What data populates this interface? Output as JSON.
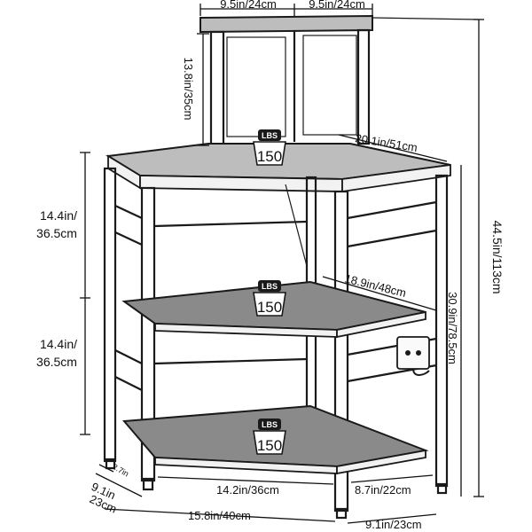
{
  "dimensions": {
    "top_width_left": "9.5in/24cm",
    "top_width_right": "9.5in/24cm",
    "top_height": "13.8in/35cm",
    "total_height": "44.5in/113cm",
    "side_depth": "20.1in/51cm",
    "shelf_spacing_upper_a": "14.4in/",
    "shelf_spacing_upper_b": "36.5cm",
    "shelf_spacing_lower_a": "14.4in/",
    "shelf_spacing_lower_b": "36.5cm",
    "diagonal_depth": "18.9in/48cm",
    "body_height": "30.9in/78.5cm",
    "inner_front_width": "14.2in/36cm",
    "side_panel_depth": "8.7in/22cm",
    "base_width": "15.8in/40cm",
    "base_right_depth": "9.1in/23cm",
    "left_depth_a": "9.1in",
    "left_depth_b": "23cm",
    "corner_small": "2.7in"
  },
  "load_badges": [
    {
      "unit": "LBS",
      "value": "150"
    },
    {
      "unit": "LBS",
      "value": "150"
    },
    {
      "unit": "LBS",
      "value": "150"
    }
  ],
  "icons": [
    "weight-icon",
    "power-outlet-icon",
    "arrow-dimension-icon"
  ]
}
